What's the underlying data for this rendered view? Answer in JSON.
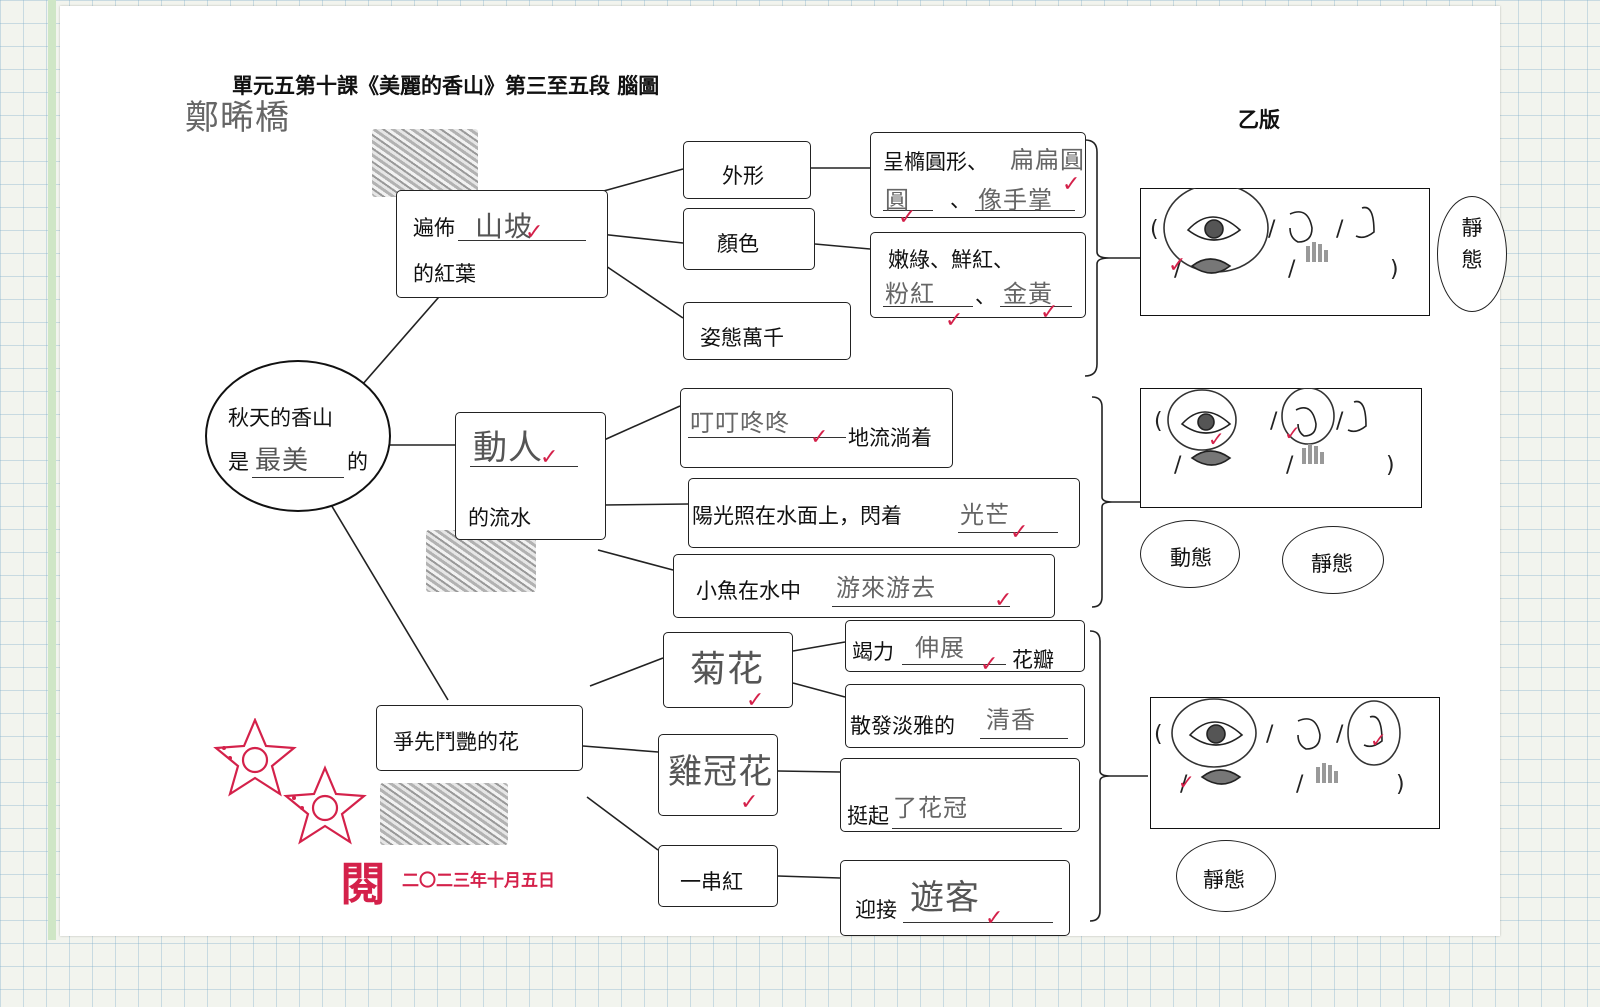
{
  "title": "單元五第十課《美麗的香山》第三至五段 腦圖",
  "student_name": "鄭晞橋",
  "version": "乙版",
  "center": {
    "line1": "秋天的香山",
    "line2_prefix": "是",
    "line2_fill": "最美",
    "line2_suffix": "的"
  },
  "leaves": {
    "prefix": "遍佈",
    "fill": "山坡",
    "suffix": "的紅葉",
    "shape_label": "外形",
    "shape_text1": "呈橢圓形、",
    "shape_fill1": "扁扁圓",
    "shape_fill2": "圓",
    "shape_sep": "、",
    "shape_fill3": "像手掌",
    "color_label": "顏色",
    "color_text": "嫩綠、鮮紅、",
    "color_fill1": "粉紅",
    "color_sep": "、",
    "color_fill2": "金黃",
    "pose_label": "姿態萬千",
    "state": "靜態"
  },
  "water": {
    "fill": "動人",
    "suffix": "的流水",
    "sound_fill": "叮叮咚咚",
    "sound_suffix": "地流淌着",
    "sun_prefix": "陽光照在水面上，閃着",
    "sun_fill": "光芒",
    "fish_prefix": "小魚在水中",
    "fish_fill": "游來游去",
    "state1": "動態",
    "state2": "靜態"
  },
  "flowers": {
    "label": "爭先鬥艷的花",
    "f1": "菊花",
    "f1a_prefix": "竭力",
    "f1a_fill": "伸展",
    "f1a_suffix": "花瓣",
    "f1b_prefix": "散發淡雅的",
    "f1b_fill": "清香",
    "f2": "雞冠花",
    "f2_prefix": "挺起",
    "f2_fill": "了花冠",
    "f3": "一串紅",
    "f3_prefix": "迎接",
    "f3_fill": "遊客",
    "state": "靜態"
  },
  "senses": {
    "open": "(",
    "close": ")",
    "slash": "/"
  },
  "stamp": {
    "char": "閱",
    "date": "二〇二三年十月五日"
  },
  "check_mark": "✓",
  "colors": {
    "ink": "#111111",
    "pencil": "#555555",
    "red_ink": "#d4214a",
    "grid": "#78aac8"
  }
}
